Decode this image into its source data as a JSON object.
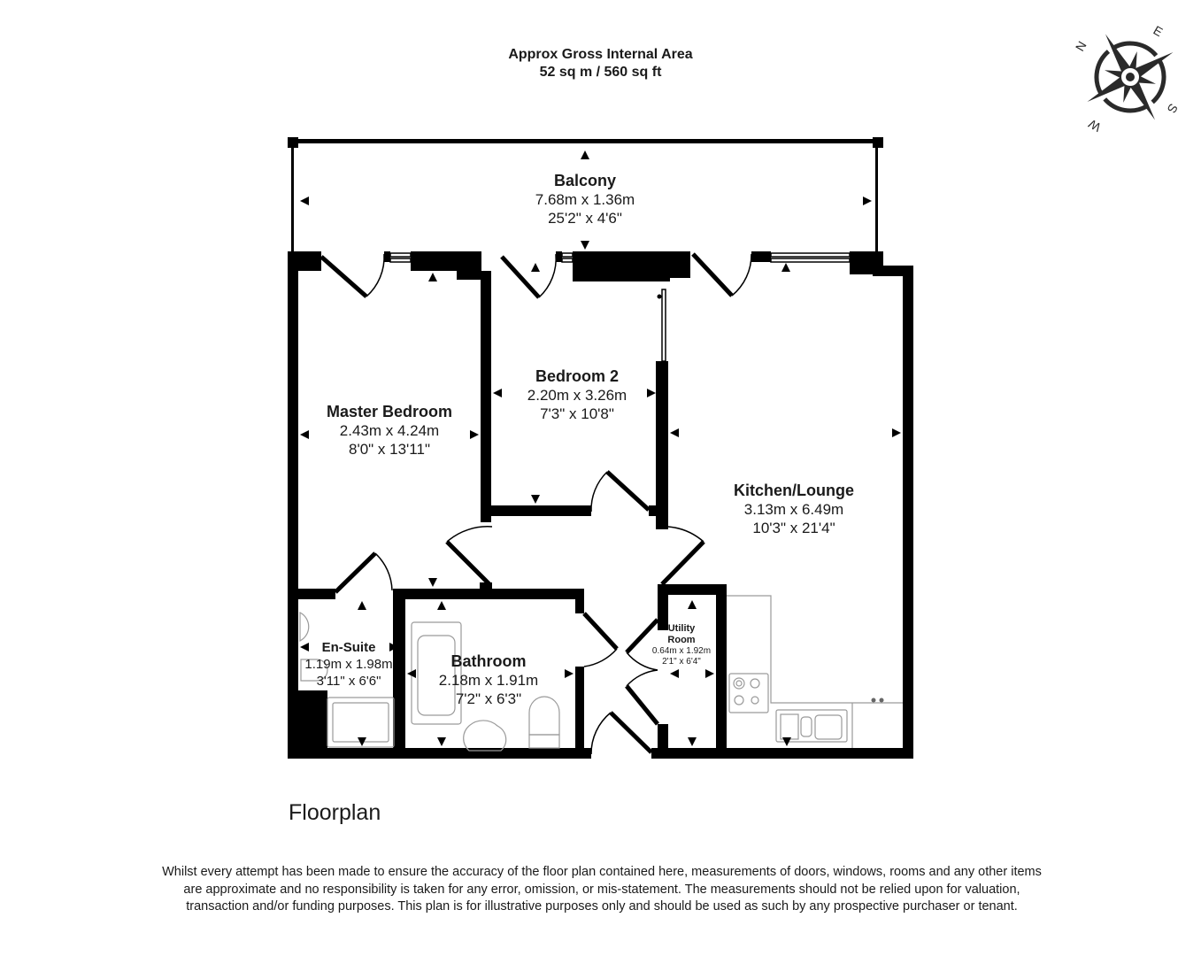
{
  "header": {
    "area_title": "Approx Gross Internal Area",
    "area_value": "52 sq m / 560 sq ft"
  },
  "compass": {
    "icon": "compass-rose-icon",
    "labels": {
      "north": "N",
      "east": "E",
      "south": "S",
      "west": "W"
    }
  },
  "rooms": {
    "balcony": {
      "name": "Balcony",
      "metric": "7.68m x 1.36m",
      "imperial": "25'2\" x 4'6\""
    },
    "master_bedroom": {
      "name": "Master Bedroom",
      "metric": "2.43m x 4.24m",
      "imperial": "8'0\" x 13'11\""
    },
    "bedroom_2": {
      "name": "Bedroom 2",
      "metric": "2.20m x 3.26m",
      "imperial": "7'3\" x 10'8\""
    },
    "kitchen_lounge": {
      "name": "Kitchen/Lounge",
      "metric": "3.13m x 6.49m",
      "imperial": "10'3\" x 21'4\""
    },
    "en_suite": {
      "name": "En-Suite",
      "metric": "1.19m x 1.98m",
      "imperial": "3'11\" x 6'6\""
    },
    "bathroom": {
      "name": "Bathroom",
      "metric": "2.18m x 1.91m",
      "imperial": "7'2\" x 6'3\""
    },
    "utility_room": {
      "name_line1": "Utility",
      "name_line2": "Room",
      "metric": "0.64m x 1.92m",
      "imperial": "2'1\" x 6'4\""
    }
  },
  "caption": "Floorplan",
  "disclaimer": "Whilst every attempt has been made to ensure the accuracy of the floor plan contained here, measurements of doors, windows, rooms and any other items are approximate and no responsibility is taken for any error, omission, or mis-statement. The measurements should not be relied upon for valuation, transaction and/or funding purposes. This plan is for illustrative purposes only and should be used as such by any prospective purchaser or tenant.",
  "colors": {
    "wall": "#000000",
    "fixture": "#9a9a9a",
    "text": "#1a1a1a",
    "background": "#ffffff"
  }
}
